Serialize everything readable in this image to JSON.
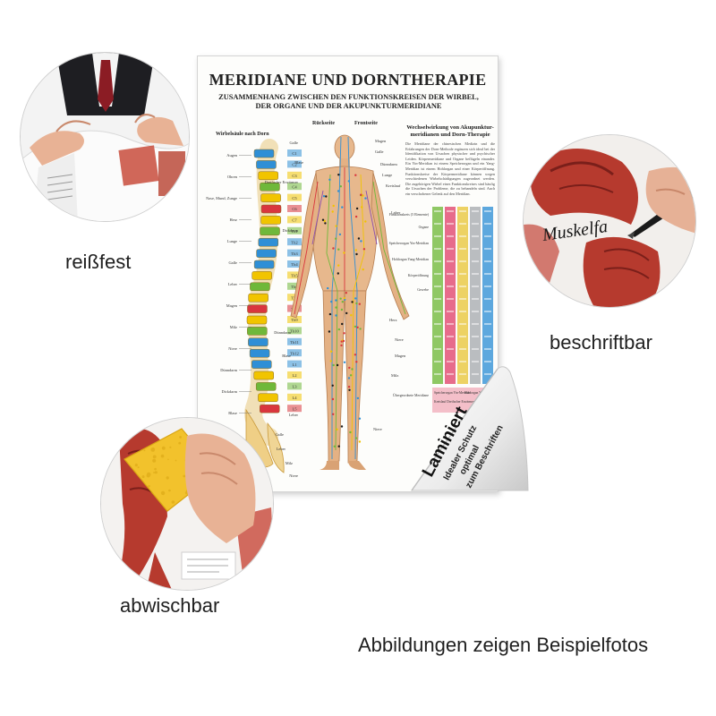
{
  "poster": {
    "title": "MERIDIANE UND DORNTHERAPIE",
    "subtitle_line1": "ZUSAMMENHANG ZWISCHEN DEN FUNKTIONSKREISEN DER WIRBEL,",
    "subtitle_line2": "DER ORGANE UND DER AKUPUNKTURMERIDIANE",
    "heading_spine": "Wirbelsäule nach Dorn",
    "heading_back": "Rückseite",
    "heading_front": "Frontseite",
    "panel_title_line1": "Wechselwirkung von Akupunktur-",
    "panel_title_line2": "meridianen und Dorn-Therapie",
    "panel_text": "Die Meridiane der chinesischen Medizin und die Erfahrungen der Dorn-Methode ergänzen sich ideal bei der Identifikation von Ursachen physischer und psychischer Leiden. Körpermeridiane und Organe beflügeln einander. Ein Yin-Meridian ist einem Speicherorgan und ein Yang-Meridian ist einem Hohlorgan und einer Körperöffnung. Funktionskreise der Körpermeridiane können wegen verschiedenen Wirbelschädigungen zugeordnet werden. Die zugehörigen Wirbel eines Funktionskreises sind häufig die Ursachen der Probleme, die zu behandeln sind. Auch ein verschobener Gelenk auf den Meridian.",
    "vertebra_labels": [
      "C1",
      "C2",
      "C3",
      "C4",
      "C5",
      "C6",
      "C7",
      "Th1",
      "Th2",
      "Th3",
      "Th4",
      "Th5",
      "Th6",
      "Th7",
      "Th8",
      "Th9",
      "Th10",
      "Th11",
      "Th12",
      "L1",
      "L2",
      "L3",
      "L4",
      "L5"
    ],
    "organ_labels_left": [
      "Augen",
      "Ohren",
      "Nase, Mund, Zunge",
      "Herz",
      "Lunge",
      "Galle",
      "Leber",
      "Magen",
      "Milz",
      "Niere",
      "Dünndarm",
      "Dickdarm",
      "Blase"
    ],
    "body_labels": [
      "Galle",
      "Blase",
      "Dreifacher Erwärmer",
      "Dickdarm",
      "Magen",
      "Galle",
      "Dünndarm",
      "Lunge",
      "Kreislauf",
      "Leber",
      "Herz",
      "Niere",
      "Magen",
      "Milz",
      "Dünndarm",
      "Blase",
      "Leber",
      "Galle",
      "Niere",
      "Leber",
      "Milz",
      "Niere"
    ],
    "table_row_labels": [
      "Funktionskreis (5 Elemente)",
      "Organe",
      "Speicherorgan Yin-Meridian",
      "Hohlorgan Yang-Meridian",
      "Körperöffnung",
      "Gewebe",
      "Übergeordnete Meridiane"
    ],
    "table_column_colors": [
      "#6fb83a",
      "#e0426b",
      "#e8c53a",
      "#a7aaaf",
      "#2f8fd6"
    ],
    "table_footer": [
      "Speicherorgan Yin-Meridian",
      "Hohlorgan Yang-Meridian",
      "Kreislauf Dreifacher Erwärmer"
    ]
  },
  "sticker": {
    "title": "Laminiert",
    "line1": "Idealer Schutz",
    "line2": "optimal",
    "line3": "zum Beschriften"
  },
  "features": {
    "tear": "reißfest",
    "write": "beschriftbar",
    "wipe": "abwischbar",
    "handwriting": "Muskelfa"
  },
  "footnote": "Abbildungen zeigen Beispielfotos",
  "colors": {
    "muscle_red": "#b63a2e",
    "muscle_dark": "#7a1f1a",
    "skin": "#e9b89a",
    "body_tan": "#e7b88d",
    "sponge_yellow": "#f2c22c",
    "spine_yellow": "#f1c400",
    "spine_green": "#6fb83a",
    "spine_blue": "#2f8fd6",
    "spine_red": "#d9363e"
  }
}
